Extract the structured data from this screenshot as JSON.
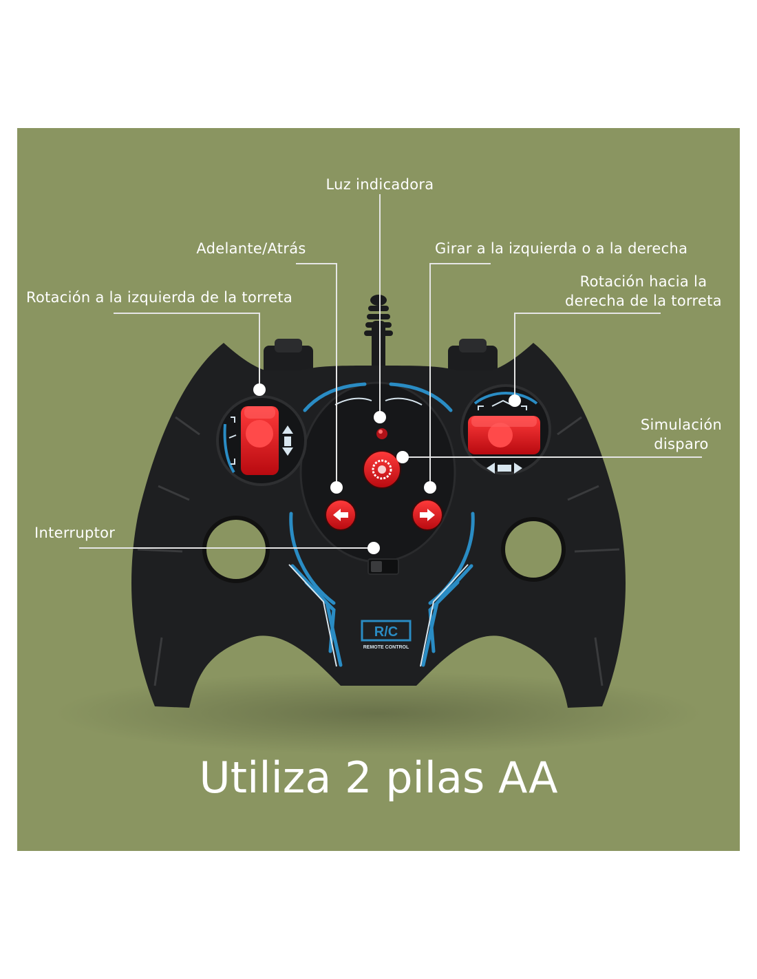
{
  "colors": {
    "background": "#8a9561",
    "controller_body": "#1e1f21",
    "accent_blue": "#2a8cc4",
    "button_red": "#e0141b",
    "label_text": "#ffffff"
  },
  "labels": {
    "luz_indicadora": "Luz indicadora",
    "adelante_atras": "Adelante/Atrás",
    "girar": "Girar a la izquierda o a la derecha",
    "rotacion_izquierda": "Rotación a la izquierda de la torreta",
    "rotacion_derecha_line1": "Rotación hacia la",
    "rotacion_derecha_line2": "derecha de la torreta",
    "simulacion_line1": "Simulación",
    "simulacion_line2": "disparo",
    "interruptor": "Interruptor"
  },
  "controller": {
    "logo_text": "R/C",
    "logo_subtext": "REMOTE CONTROL"
  },
  "footer": {
    "text": "Utiliza 2 pilas AA"
  }
}
